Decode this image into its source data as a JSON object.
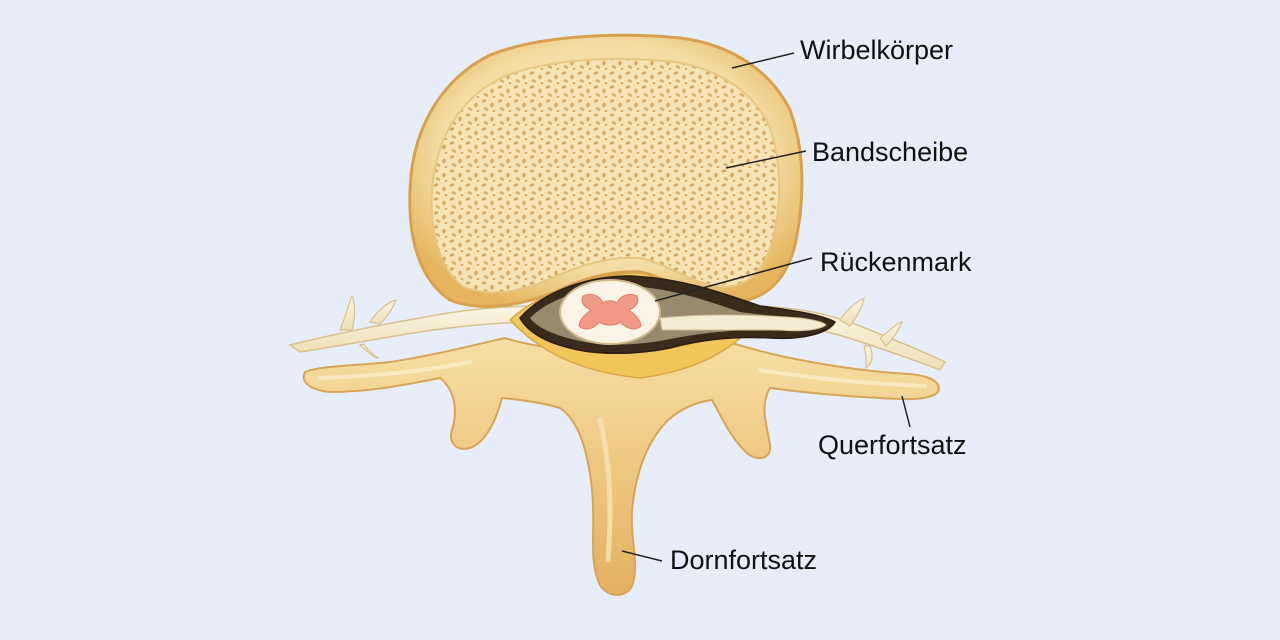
{
  "colors": {
    "background": "#e8eef9",
    "bone_outer": "#e8b45a",
    "bone_rim": "#f6e1ad",
    "cancellous_fill": "#f7e6bd",
    "cancellous_pore": "#d9a85a",
    "nerve": "#f7efd8",
    "canal_dark": "#3a2a1c",
    "spinal_cord": "#fbf3e6",
    "grey_matter": "#f19a86",
    "fat": "#f1c75a",
    "leader_line": "#222222"
  },
  "labels": [
    {
      "name": "vertebral-body-label",
      "text": "Wirbelkörper"
    },
    {
      "name": "intervertebral-disc-label",
      "text": "Bandscheibe"
    },
    {
      "name": "spinal-cord-label",
      "text": "Rückenmark"
    },
    {
      "name": "transverse-process-label",
      "text": "Querfortsatz"
    },
    {
      "name": "spinous-process-label",
      "text": "Dornfortsatz"
    }
  ]
}
